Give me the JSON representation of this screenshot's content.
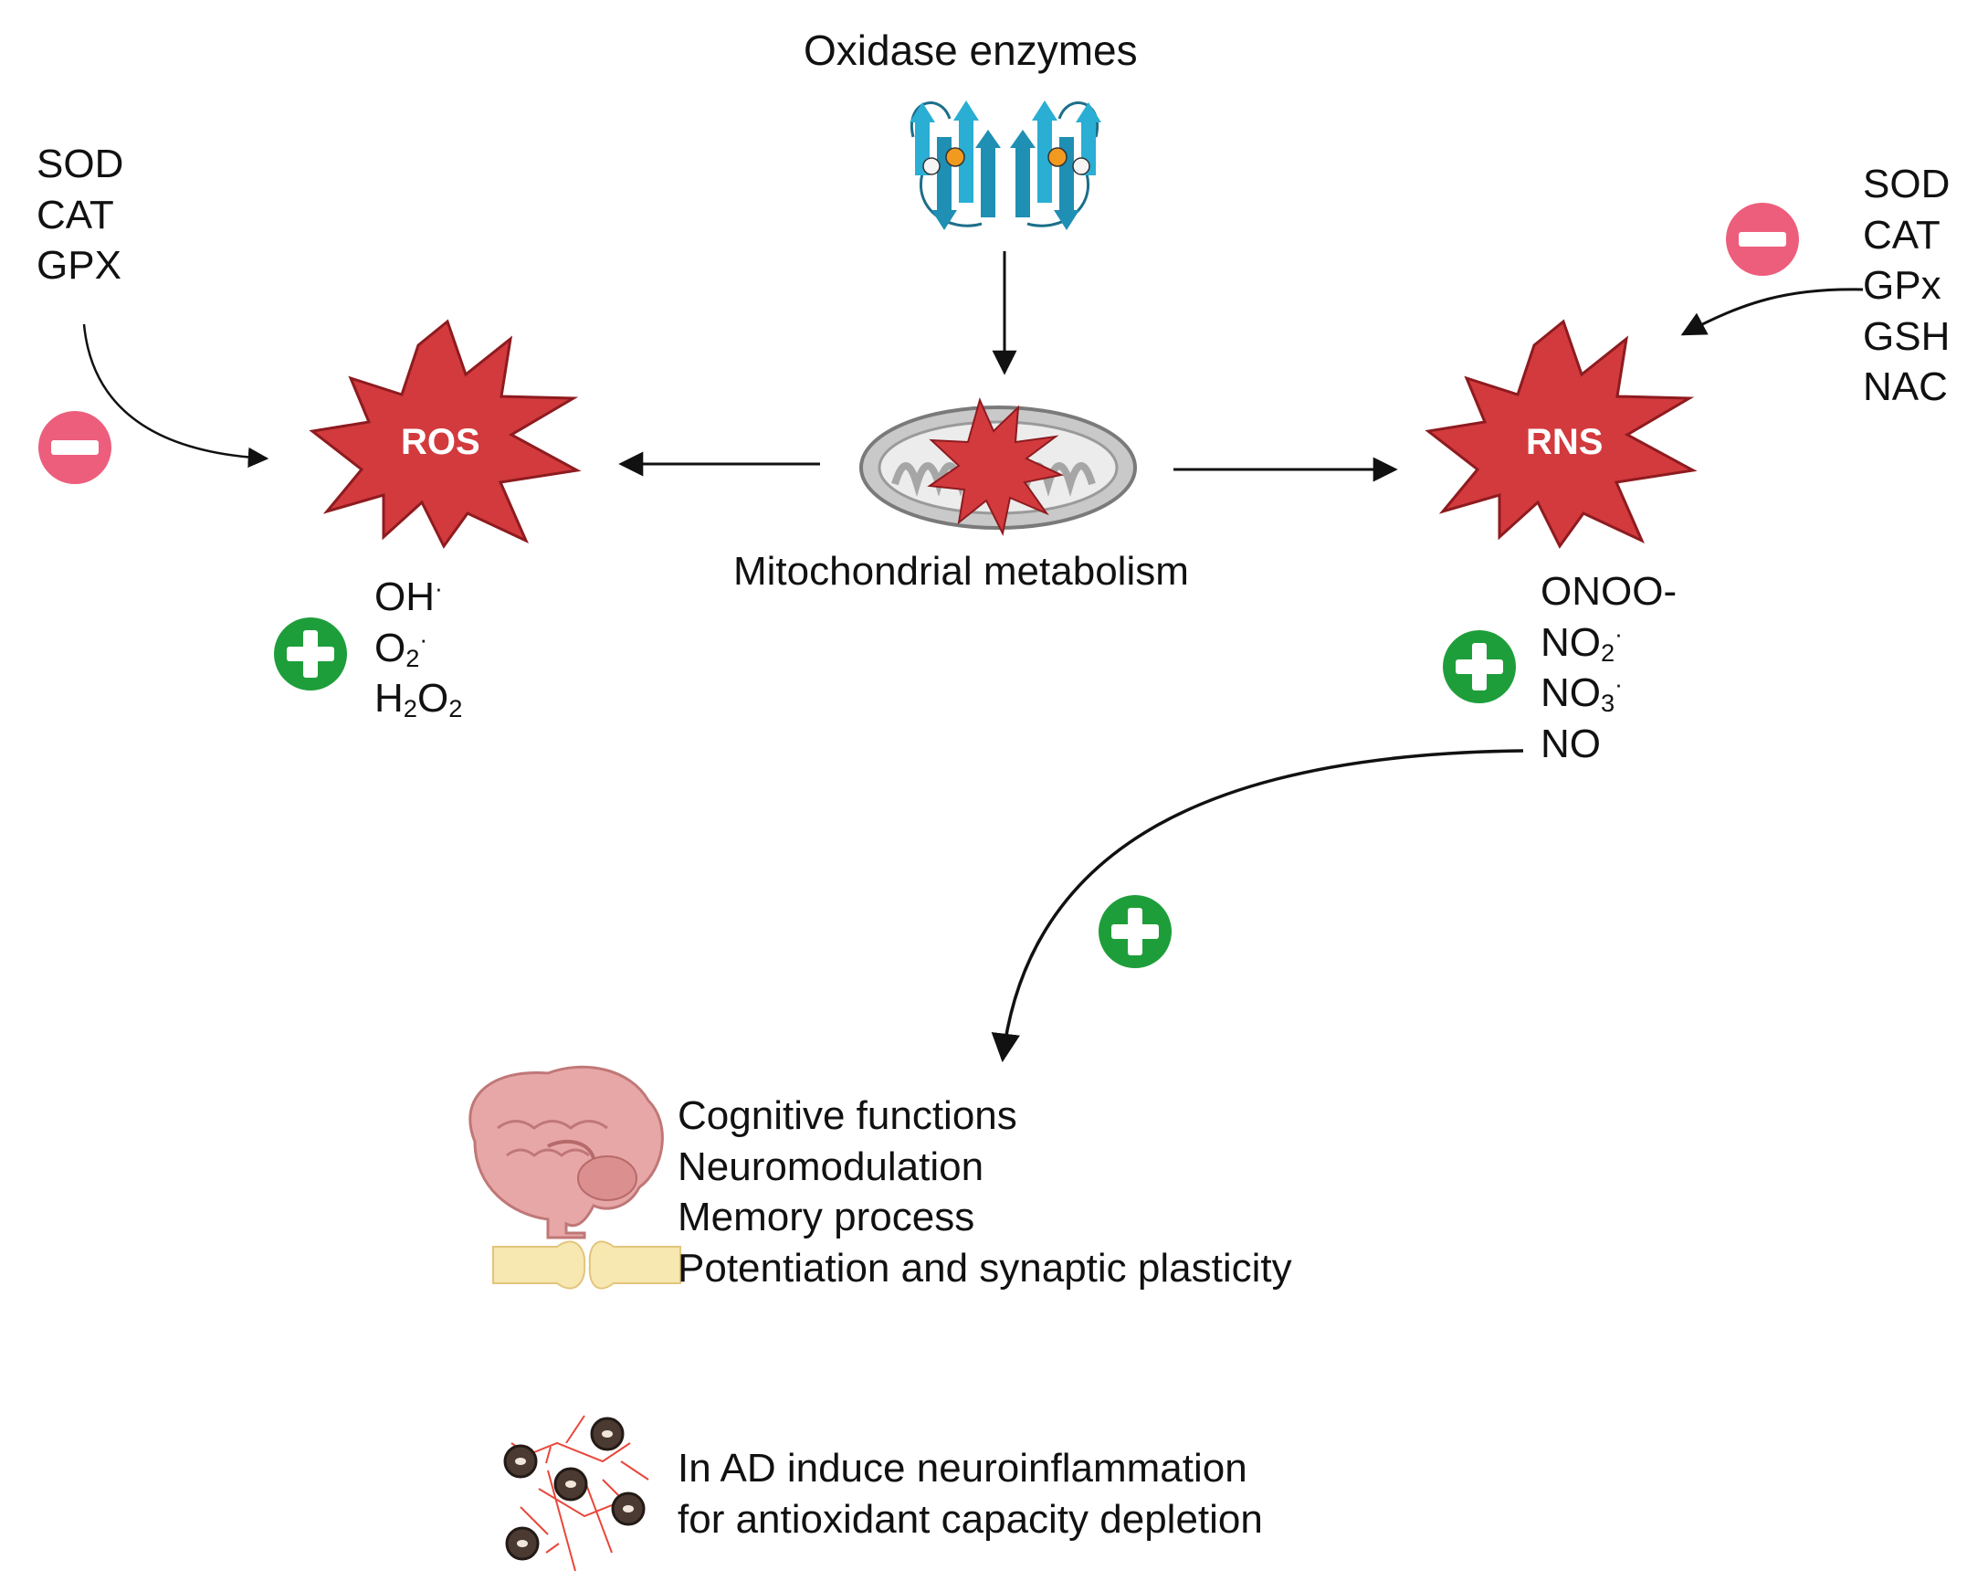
{
  "title": "Oxidase enzymes",
  "center": {
    "label": "Mitochondrial metabolism"
  },
  "ros": {
    "label": "ROS",
    "inhibitors": [
      "SOD",
      "CAT",
      "GPX"
    ],
    "species": [
      {
        "base": "OH",
        "sub": "",
        "sup": "·"
      },
      {
        "base": "O",
        "sub": "2",
        "sup": "·"
      },
      {
        "base": "H",
        "sub": "2",
        "base2": "O",
        "sub2": "2"
      }
    ]
  },
  "rns": {
    "label": "RNS",
    "inhibitors": [
      "SOD",
      "CAT",
      "GPx",
      "GSH",
      "NAC"
    ],
    "species": [
      {
        "base": "ONOO-"
      },
      {
        "base": "NO",
        "sub": "2",
        "sup": "·"
      },
      {
        "base": "NO",
        "sub": "3",
        "sup": "·"
      },
      {
        "base": "NO"
      }
    ]
  },
  "effects": [
    "Cognitive functions",
    "Neuromodulation",
    "Memory process",
    "Potentiation and synaptic plasticity"
  ],
  "ad_effects": [
    "In AD induce neuroinflammation",
    "for antioxidant capacity depletion"
  ],
  "icons": {
    "minus": "minus-circle-icon",
    "plus": "plus-circle-icon",
    "star": "starburst-icon",
    "enzyme": "oxidase-enzyme-icon",
    "mitochondrion": "mitochondrion-icon",
    "brain": "brain-icon",
    "synapse": "synapse-icon",
    "microglia": "microglia-cluster-icon"
  },
  "colors": {
    "star_red": "#d23a3e",
    "minus_pink": "#ec5e7c",
    "plus_green": "#1e9e3a",
    "enzyme_teal": "#2aaed4",
    "mito_gray": "#b8b8b8",
    "brain_pink": "#e8a7a7",
    "synapse_yellow": "#f7e7b0"
  }
}
